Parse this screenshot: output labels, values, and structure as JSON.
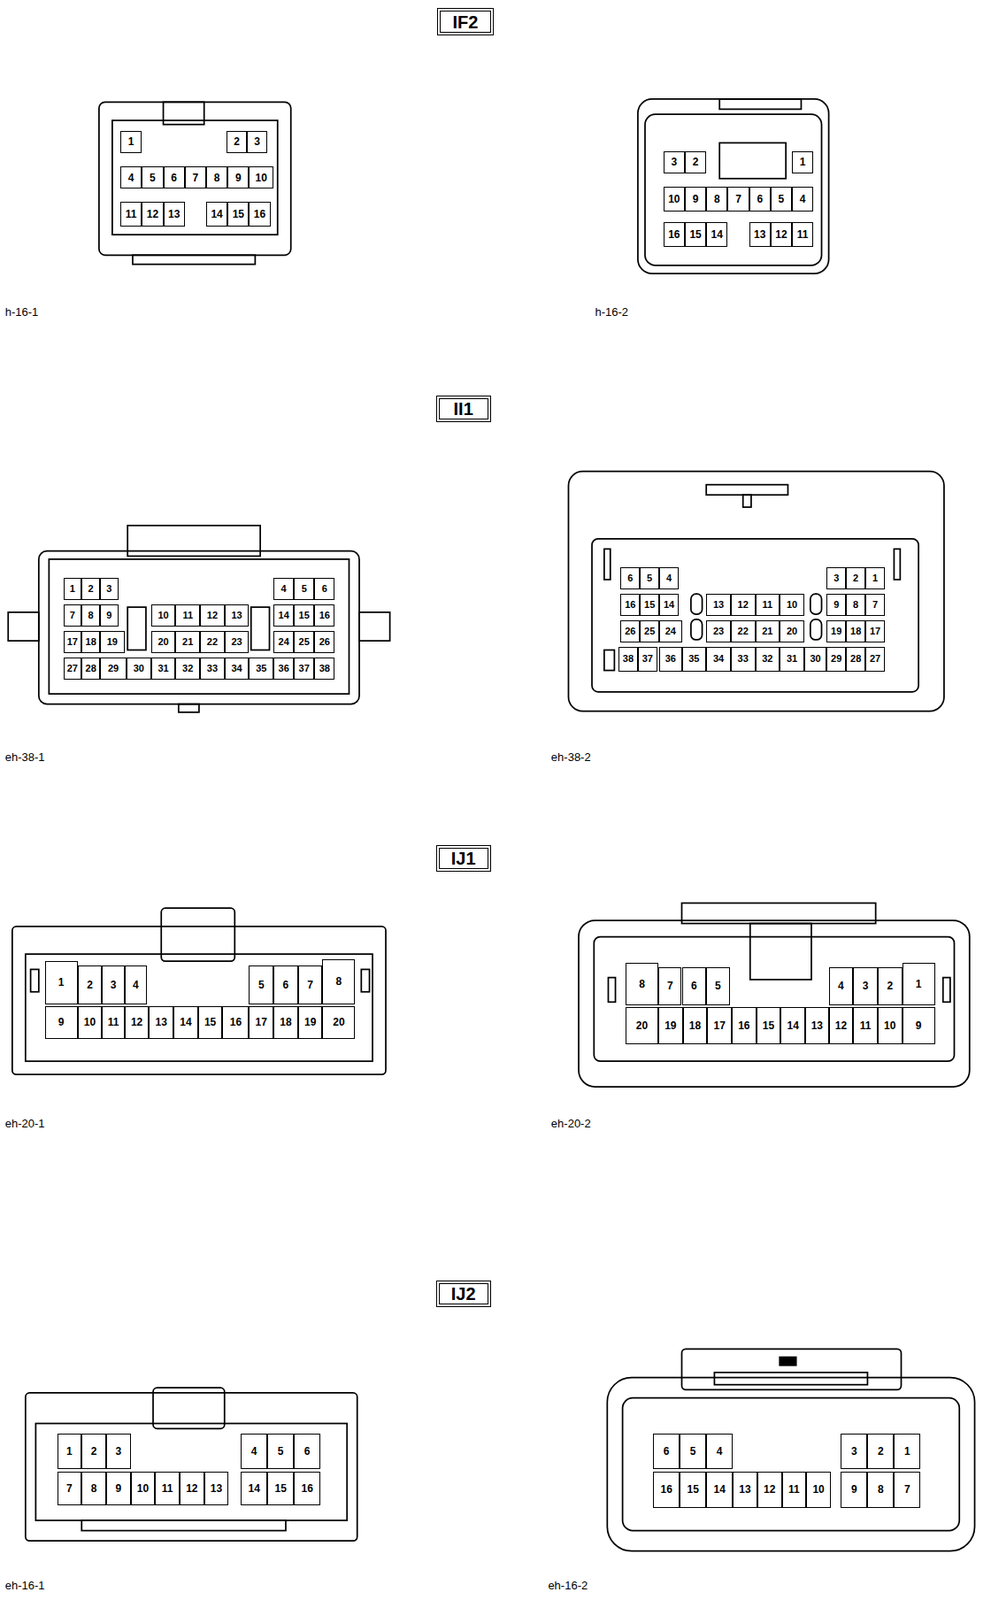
{
  "diagram": {
    "nodes": [
      {
        "text": [
          "IF2"
        ]
      },
      {
        "text": [
          "II1"
        ]
      },
      {
        "text": [
          "IJ1"
        ]
      },
      {
        "text": [
          "IJ2"
        ]
      }
    ],
    "labels": [
      "1",
      "2",
      "3",
      "4",
      "5",
      "6",
      "7",
      "8",
      "9",
      "10",
      "11",
      "12",
      "13",
      "14",
      "15",
      "16",
      "h-16-1",
      "3",
      "2",
      "1",
      "10",
      "9",
      "8",
      "7",
      "6",
      "5",
      "4",
      "16",
      "15",
      "14",
      "13",
      "12",
      "11",
      "h-16-2",
      "1",
      "2",
      "3",
      "4",
      "5",
      "6",
      "7",
      "8",
      "9",
      "10",
      "11",
      "12",
      "13",
      "14",
      "15",
      "16",
      "17",
      "18",
      "19",
      "20",
      "21",
      "22",
      "23",
      "24",
      "25",
      "26",
      "27",
      "28",
      "29",
      "30",
      "31",
      "32",
      "33",
      "34",
      "35",
      "36",
      "37",
      "38",
      "eh-38-1",
      "6",
      "5",
      "4",
      "3",
      "2",
      "1",
      "16",
      "15",
      "14",
      "13",
      "12",
      "11",
      "10",
      "9",
      "8",
      "7",
      "26",
      "25",
      "24",
      "23",
      "22",
      "21",
      "20",
      "19",
      "18",
      "17",
      "38",
      "37",
      "36",
      "35",
      "34",
      "33",
      "32",
      "31",
      "30",
      "29",
      "28",
      "27",
      "eh-38-2",
      "1",
      "2",
      "3",
      "4",
      "5",
      "6",
      "7",
      "8",
      "9",
      "10",
      "11",
      "12",
      "13",
      "14",
      "15",
      "16",
      "17",
      "18",
      "19",
      "20",
      "eh-20-1",
      "8",
      "7",
      "6",
      "5",
      "4",
      "3",
      "2",
      "1",
      "20",
      "19",
      "18",
      "17",
      "16",
      "15",
      "14",
      "13",
      "12",
      "11",
      "10",
      "9",
      "eh-20-2",
      "1",
      "2",
      "3",
      "4",
      "5",
      "6",
      "7",
      "8",
      "9",
      "10",
      "11",
      "12",
      "13",
      "14",
      "15",
      "16",
      "eh-16-1",
      "6",
      "5",
      "4",
      "3",
      "2",
      "1",
      "16",
      "15",
      "14",
      "13",
      "12",
      "11",
      "10",
      "9",
      "8",
      "7",
      "eh-16-2"
    ]
  }
}
